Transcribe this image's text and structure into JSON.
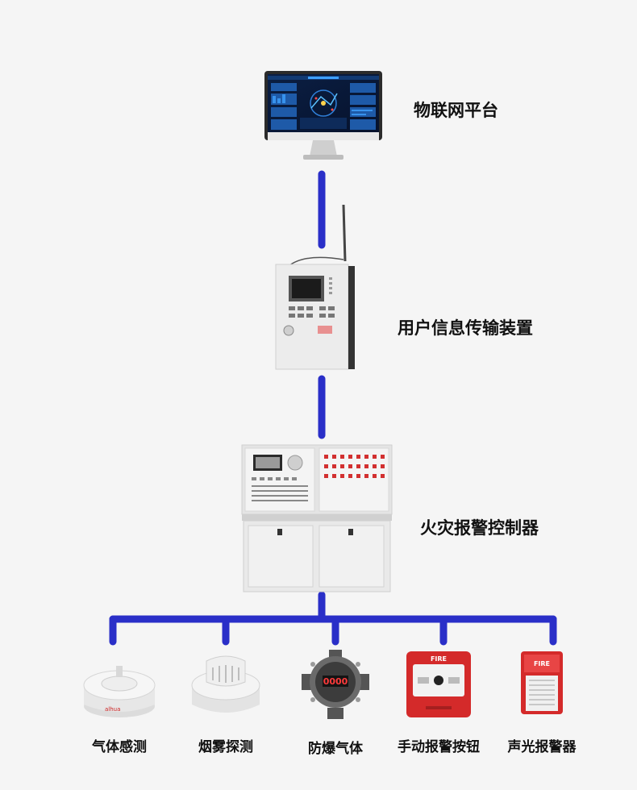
{
  "levels": {
    "platform": {
      "label": "物联网平台"
    },
    "transmitter": {
      "label": "用户信息传输装置"
    },
    "controller": {
      "label": "火灾报警控制器"
    }
  },
  "devices": [
    {
      "label": "气体感测"
    },
    {
      "label": "烟雾探测"
    },
    {
      "label": "防爆气体"
    },
    {
      "label": "手动报警按钮"
    },
    {
      "label": "声光报警器"
    }
  ],
  "device_texts": {
    "gas_display": "0000",
    "fire_sign": "FIRE",
    "siren_sign": "FIRE"
  },
  "colors": {
    "connector": "#2a2fc8",
    "alarm_red": "#d42a2a",
    "background": "#f5f5f5"
  }
}
